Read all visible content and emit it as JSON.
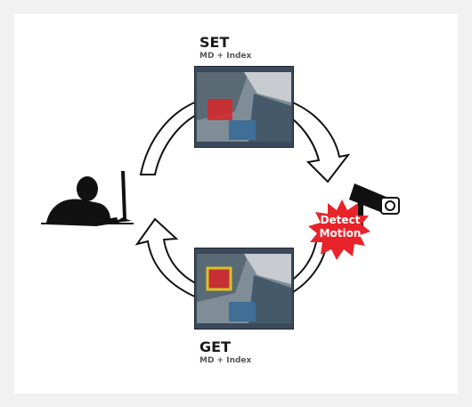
{
  "set": {
    "title": "SET",
    "subtitle": "MD + Index"
  },
  "get": {
    "title": "GET",
    "subtitle": "MD + Index"
  },
  "badge": {
    "line1": "Detect",
    "line2": "Motion"
  },
  "colors": {
    "region_red": "#d9262a",
    "region_yellow": "#f2d21b",
    "badge_red": "#e8242a",
    "silhouette": "#111111"
  },
  "icons": [
    "person-at-computer-icon",
    "security-camera-icon",
    "cycle-arrow-icon"
  ]
}
